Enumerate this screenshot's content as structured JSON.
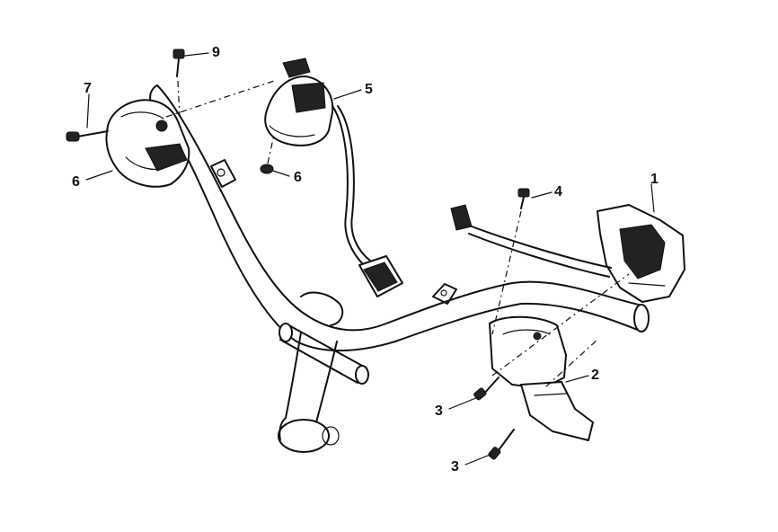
{
  "callouts": {
    "c1": "1",
    "c2": "2",
    "c3a": "3",
    "c3b": "3",
    "c4": "4",
    "c5": "5",
    "c6a": "6",
    "c6b": "6",
    "c7": "7",
    "c9": "9"
  },
  "colors": {
    "ink": "#111111",
    "paper": "#ffffff"
  }
}
